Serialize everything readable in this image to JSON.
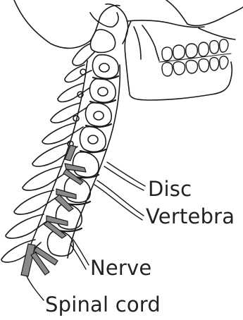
{
  "labels": {
    "disc": "Disc",
    "vertebra": "Vertebra",
    "nerve": "Nerve",
    "spinal_cord": "Spinal cord"
  },
  "colors": {
    "line": "#1a1a1a",
    "structure_gray": "#8a8a8a",
    "background": "#ffffff"
  }
}
